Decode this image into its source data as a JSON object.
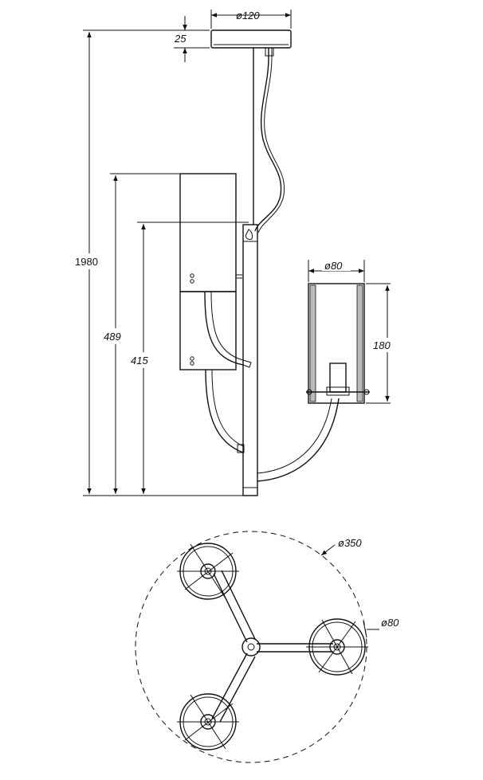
{
  "elevation": {
    "canopy_diameter_label": "ø120",
    "canopy_height_label": "25",
    "total_height_label": "1980",
    "upper_shade_height_label": "489",
    "lower_shade_height_label": "415",
    "right_shade_diameter_label": "ø80",
    "right_shade_height_label": "180"
  },
  "plan": {
    "span_diameter_label": "ø350",
    "shade_diameter_label": "ø80"
  }
}
